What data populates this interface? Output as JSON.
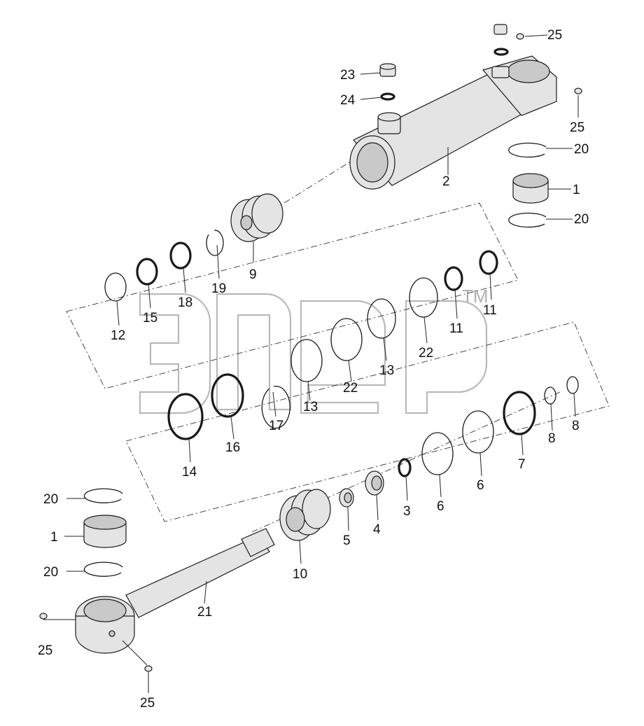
{
  "watermark": {
    "logo_text": "элер",
    "trademark": "TM"
  },
  "callouts": [
    {
      "label": "25"
    },
    {
      "label": "23"
    },
    {
      "label": "24"
    },
    {
      "label": "25"
    },
    {
      "label": "20"
    },
    {
      "label": "2"
    },
    {
      "label": "1"
    },
    {
      "label": "20"
    },
    {
      "label": "9"
    },
    {
      "label": "19"
    },
    {
      "label": "18"
    },
    {
      "label": "15"
    },
    {
      "label": "12"
    },
    {
      "label": "11"
    },
    {
      "label": "11"
    },
    {
      "label": "22"
    },
    {
      "label": "13"
    },
    {
      "label": "22"
    },
    {
      "label": "13"
    },
    {
      "label": "17"
    },
    {
      "label": "16"
    },
    {
      "label": "14"
    },
    {
      "label": "8"
    },
    {
      "label": "8"
    },
    {
      "label": "7"
    },
    {
      "label": "6"
    },
    {
      "label": "6"
    },
    {
      "label": "3"
    },
    {
      "label": "4"
    },
    {
      "label": "5"
    },
    {
      "label": "10"
    },
    {
      "label": "20"
    },
    {
      "label": "1"
    },
    {
      "label": "20"
    },
    {
      "label": "21"
    },
    {
      "label": "25"
    },
    {
      "label": "25"
    }
  ]
}
